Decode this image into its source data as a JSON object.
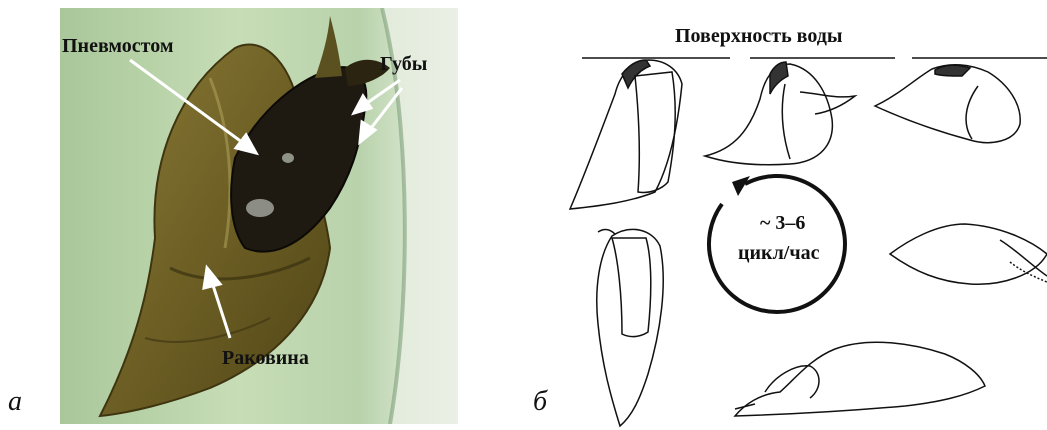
{
  "panel_a": {
    "letter": "a",
    "labels": {
      "pneumostome": "Пневмостом",
      "lips": "Губы",
      "shell": "Раковина"
    }
  },
  "panel_b": {
    "letter": "б",
    "title": "Поверхность воды",
    "rate_value": "~ 3–6",
    "rate_unit": "цикл/час"
  }
}
